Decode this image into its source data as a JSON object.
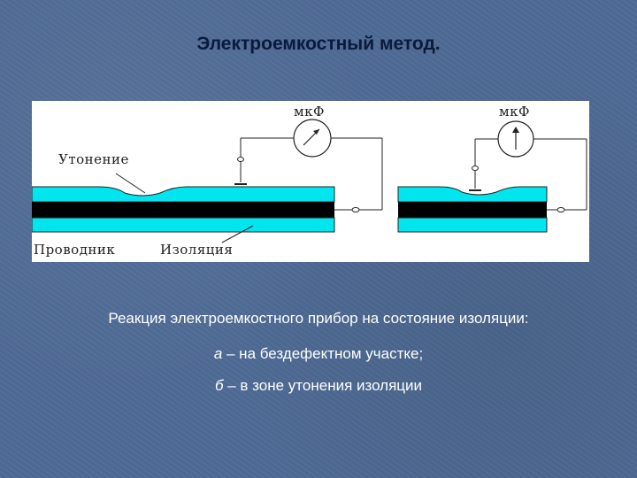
{
  "title": "Электроемкостный метод.",
  "diagram": {
    "label_thinning": "Утонение",
    "label_conductor": "Проводник",
    "label_insulation": "Изоляция",
    "meter_label_left": "мкФ",
    "meter_label_right": "мкФ",
    "colors": {
      "insulation": "#00e5ee",
      "conductor": "#000000",
      "background": "#ffffff"
    }
  },
  "caption": {
    "line1": "Реакция электроемкостного прибор на состояние изоляции:",
    "line2_letter": "а",
    "line2_text": " – на бездефектном участке;",
    "line3_letter": "б",
    "line3_text": " – в зоне утонения изоляции"
  }
}
